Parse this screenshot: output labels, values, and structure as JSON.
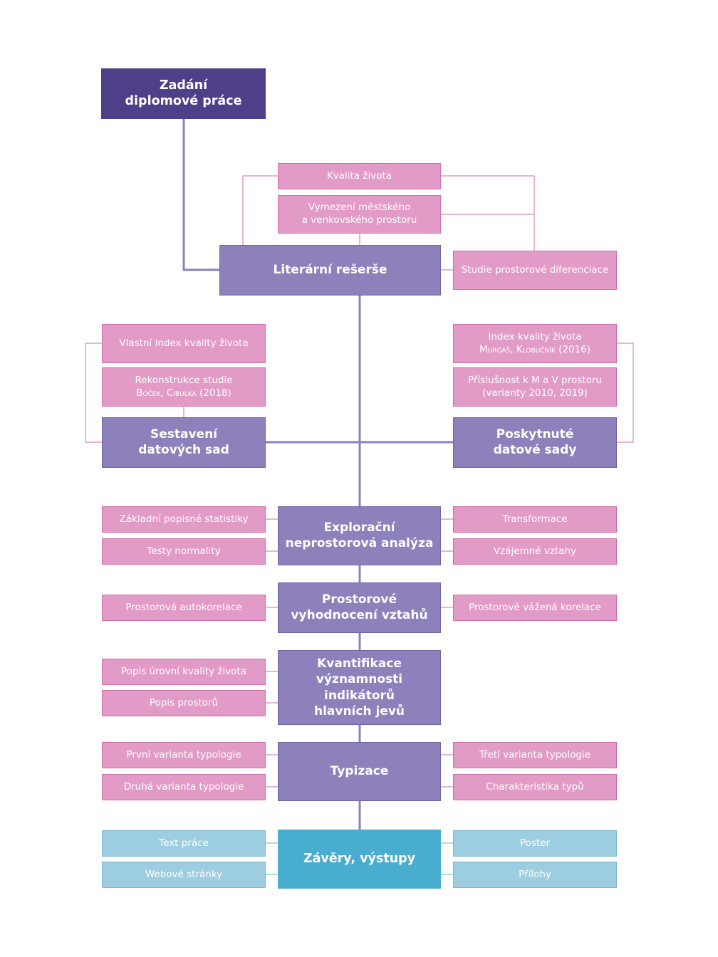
{
  "nodes": {
    "zadani": "Zadání\ndiplomové práce",
    "reserse": "Literární rešerše",
    "kvalita": "Kvalita života",
    "vymezeni": "Vymezení městského\na venkovského prostoru",
    "studie": "Studie prostorové diferenciace",
    "sestaveni": "Sestavení\ndatových sad",
    "vlastni_index": "Vlastní index kvality života",
    "rekonstrukce_line1": "Rekonstrukce studie",
    "rekonstrukce_line2": "Boček, Cibulka (2018)",
    "poskytnute": "Poskytnuté\ndatové sady",
    "index_line1": "Index kvality života",
    "index_line2": "Murgaš, Klobučník (2016)",
    "prislusnost": "Příslušnost k M a V prostoru\n(varianty 2010, 2019)",
    "explorace": "Explorační\nneprostorová analýza",
    "zakladni": "Základní popisné statistiky",
    "testy": "Testy normality",
    "transformace": "Transformace",
    "vzajemne": "Vzájemné vztahy",
    "prostorove": "Prostorové\nvyhodnocení vztahů",
    "autokorelace": "Prostorová autokorelace",
    "vazena": "Prostorově vážená korelace",
    "kvantifikace": "Kvantifikace\nvýznamnosti\nindikátorů\nhlavních jevů",
    "popis_urovni": "Popis úrovní kvality života",
    "popis_prostoru": "Popis prostorů",
    "typizace": "Typizace",
    "prvni": "První varianta typologie",
    "druha": "Druhá varianta typologie",
    "treti": "Třetí varianta typologie",
    "charakteristika": "Charakteristika typů",
    "zavery": "Závěry, výstupy",
    "text_prace": "Text práce",
    "webove": "Webové stránky",
    "poster": "Poster",
    "prilohy": "Přílohy"
  },
  "colors": {
    "dark_purple": "#4f3f88",
    "mid_purple": "#8d80bb",
    "pink": "#e29bc7",
    "teal": "#49adcf",
    "light_teal": "#9ccde0",
    "main_line": "#8d80bb",
    "pink_line": "#e29bc7",
    "teal_line": "#9ccde0"
  }
}
